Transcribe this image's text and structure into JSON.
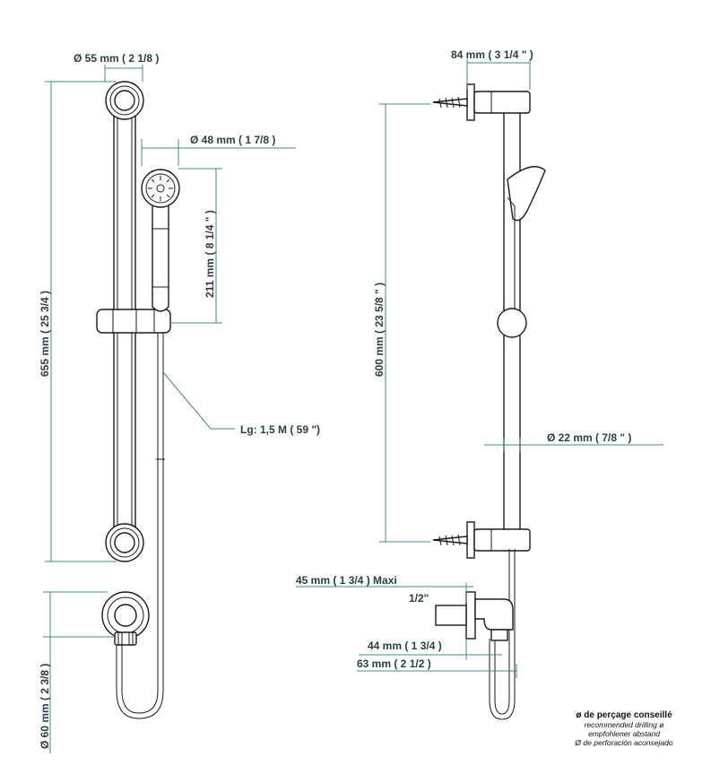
{
  "left_view": {
    "bar_diameter": "Ø  55 mm ( 2 1/8 )",
    "head_diameter": "Ø  48 mm ( 1 7/8 )",
    "handset_length": "211 mm ( 8 1/4 \" )",
    "bar_length": "655 mm ( 25 3/4 )",
    "hose_length": "Lg: 1,5 M ( 59 \")",
    "outlet_diameter": "Ø  60 mm ( 2 3/8 )"
  },
  "right_view": {
    "projection": "84 mm ( 3 1/4 \" )",
    "fixing_centres": "600 mm ( 23 5/8 \" )",
    "tube_diameter": "Ø  22 mm ( 7/8 \" )",
    "outlet_projection_max": "45 mm ( 1 3/4 )  Maxi",
    "thread_size": "1/2\"",
    "elbow_projection": "44 mm ( 1 3/4 )",
    "total_projection": "63 mm ( 2 1/2 )"
  },
  "note": {
    "title": "ø de perçage conseillé",
    "lines": [
      "recommended drilling ø",
      "empfohlener abstand",
      "Ø de perforación aconsejado"
    ]
  }
}
